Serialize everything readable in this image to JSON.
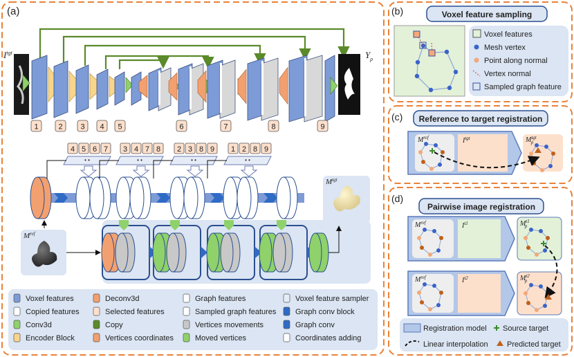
{
  "panels": {
    "a": {
      "label": "(a)"
    },
    "b": {
      "label": "(b)",
      "title": "Voxel feature sampling",
      "legend": [
        "Voxel features",
        "Mesh vertex",
        "Point along normal",
        "Vertex normal",
        "Sampled graph feature"
      ]
    },
    "c": {
      "label": "(c)",
      "title": "Reference to target registration",
      "mref": "M",
      "mref_sup": "ref",
      "img": "I",
      "img_sup": "tgt",
      "mp": "M",
      "mp_sup": "tgt",
      "mp_sub": "p"
    },
    "d": {
      "label": "(d)",
      "title": "Pairwise image registration",
      "mref": "M",
      "mref_sup": "ref",
      "img1": "I",
      "img1_sup": "t1",
      "img2": "I",
      "img2_sup": "t2",
      "mp1_sup": "t1",
      "mp2_sup": "t2",
      "mp_sub": "p",
      "legend": [
        "Registration model",
        "Source target",
        "Linear interpolation",
        "Predicted target"
      ]
    }
  },
  "unet": {
    "input_label": "I",
    "input_sup": "tgt",
    "output_label": "Y",
    "output_sub": "ρ",
    "stage_numbers": [
      "1",
      "2",
      "3",
      "4",
      "5",
      "6",
      "7",
      "8",
      "9"
    ]
  },
  "graph": {
    "selected_groups": [
      [
        "4",
        "5",
        "6",
        "7"
      ],
      [
        "3",
        "4",
        "7",
        "8"
      ],
      [
        "2",
        "3",
        "8",
        "9"
      ],
      [
        "1",
        "2",
        "8",
        "9"
      ]
    ],
    "mref_label": "M",
    "mref_sup": "ref",
    "mp_label": "M",
    "mp_sup": "tgt",
    "mp_sub": "p"
  },
  "legend_a": {
    "col1": [
      "Voxel features",
      "Copied features",
      "Conv3d",
      "Encoder Block"
    ],
    "col2": [
      "Deconv3d",
      "Selected features",
      "Copy",
      "Vertices coordinates"
    ],
    "col3": [
      "Graph features",
      "Sampled graph features",
      "Vertices movements",
      "Moved vertices"
    ],
    "col4": [
      "Voxel feature sampler",
      "Graph conv block",
      "Graph conv",
      "Coordinates adding"
    ]
  },
  "colors": {
    "accent_orange": "#e8823a",
    "box_blue": "#2a4f8f",
    "light_blue_bg": "#dbe5f3",
    "feature_blue": "#7d9bd6",
    "green": "#8fd16a",
    "salmon": "#f3a070",
    "gray": "#c8c8c8"
  }
}
